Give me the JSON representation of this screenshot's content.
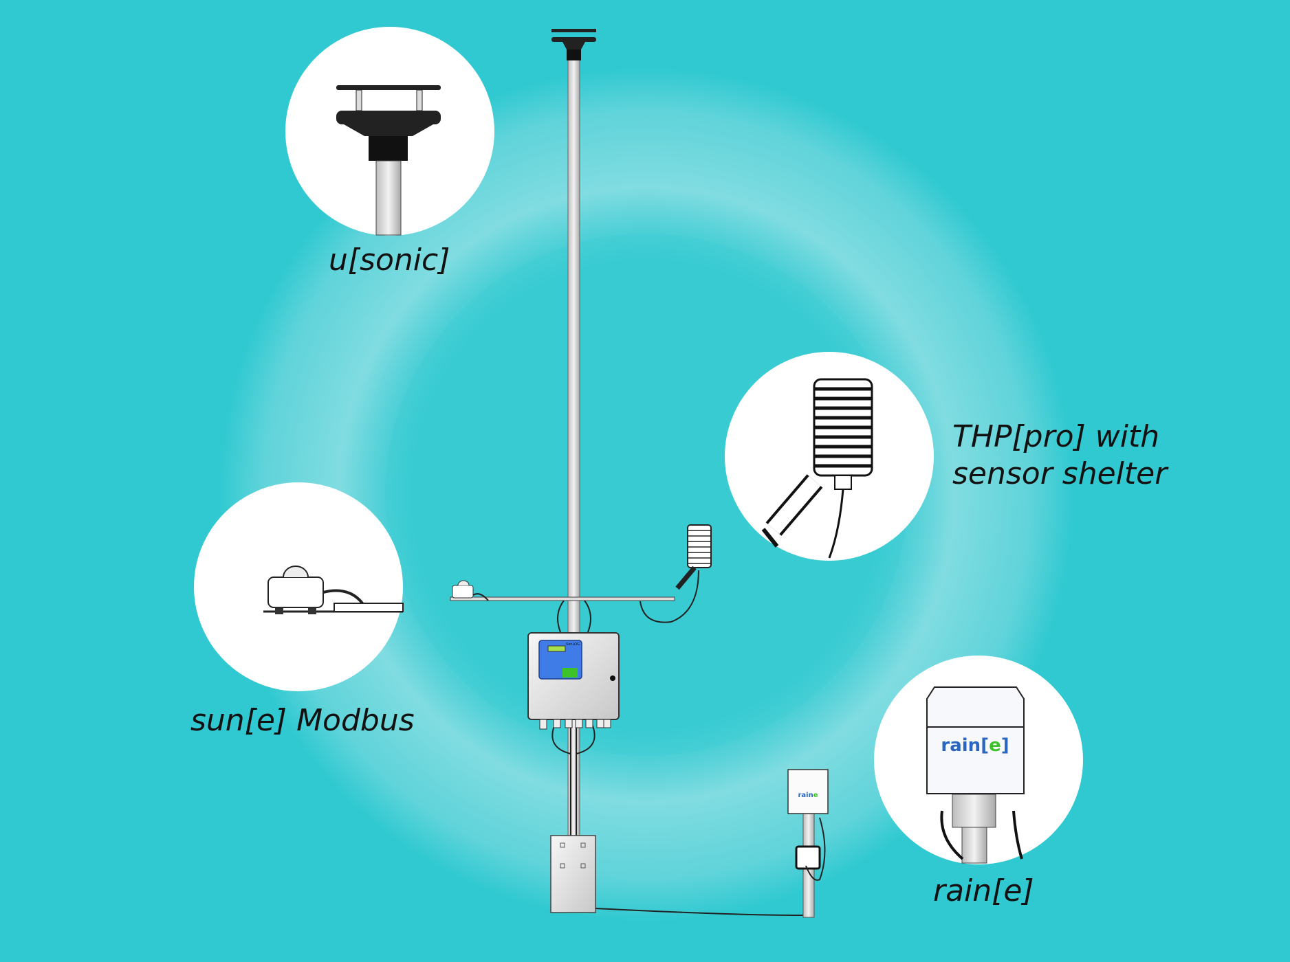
{
  "title": "Weather station overview",
  "colors": {
    "background": "#31c9d1",
    "ring": "#7fdbe0",
    "brand_blue": "#2a66c0",
    "brand_green": "#3ec22a"
  },
  "callouts": [
    {
      "id": "usonic",
      "label": "u[sonic]"
    },
    {
      "id": "thp",
      "label_line1": "THP[pro] with",
      "label_line2": "sensor shelter"
    },
    {
      "id": "sune",
      "label": "sun[e] Modbus"
    },
    {
      "id": "raine",
      "label": "rain[e]"
    }
  ],
  "device_logos": {
    "rain_prefix": "rain",
    "rain_bracket_open": "[",
    "rain_e": "e",
    "rain_bracket_close": "]",
    "logger": "SenLOG"
  }
}
